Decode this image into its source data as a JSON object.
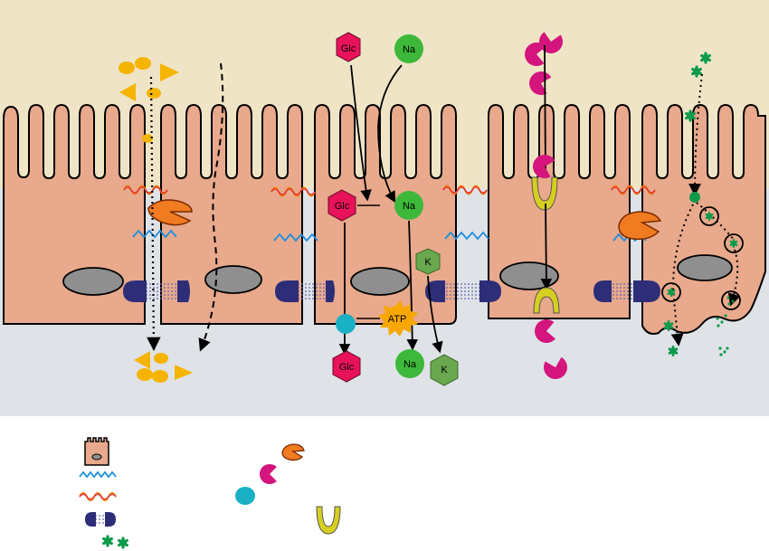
{
  "colors": {
    "lumen": "#efe5c6",
    "interstitium": "#dfe3e8",
    "cell": "#e8a98c",
    "nucleus": "#8f8f8f",
    "desmosome": "#2e2d78",
    "tight_junction_outer": "#f07b12",
    "tight_junction_inner": "#e02a3a",
    "adherens_junction": "#1f8fdc",
    "glucose": "#e8125a",
    "sodium": "#3db83a",
    "potassium": "#6aa84f",
    "transporter": "#1ab1c4",
    "atp": "#f7a700",
    "receptor": "#d6cf1f",
    "ligand": "#d4157e",
    "microbe": "#0e9a4a",
    "particle": "#f5b400",
    "pathogen_receptor": "#f07b20"
  },
  "labels": {
    "glc": "Glc",
    "na": "Na",
    "k": "K",
    "atp": "ATP"
  },
  "legend": {
    "items": [
      {
        "icon": "epithelial-cell-icon"
      },
      {
        "icon": "adherens-junction-icon"
      },
      {
        "icon": "tight-junction-icon"
      },
      {
        "icon": "desmosome-icon"
      },
      {
        "icon": "microbe-icon"
      },
      {
        "icon": "pathogen-receptor-icon"
      },
      {
        "icon": "ligand-icon"
      },
      {
        "icon": "transporter-icon"
      },
      {
        "icon": "receptor-icon"
      }
    ]
  }
}
